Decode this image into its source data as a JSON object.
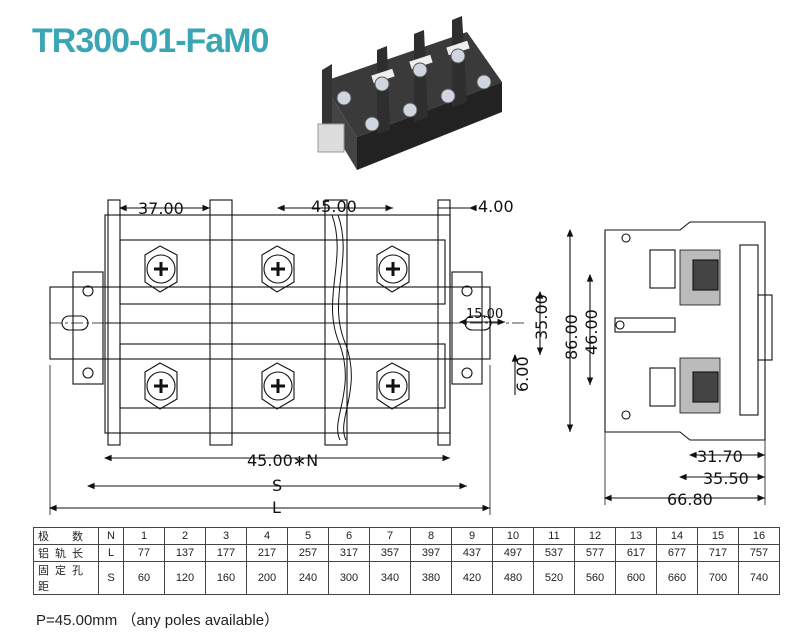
{
  "title": "TR300-01-FaM0",
  "dimensions": {
    "front": {
      "top_left": "37.00",
      "top_mid": "45.00",
      "top_right": "4.00",
      "inner_width": "15.00",
      "right_h1": "35.00",
      "right_h2": "6.00",
      "pitch_label": "45.00∗N",
      "s_label": "S",
      "l_label": "L"
    },
    "side": {
      "h_total": "86.00",
      "h_inner": "46.00",
      "w1": "31.70",
      "w2": "35.50",
      "w3": "66.80"
    }
  },
  "table": {
    "rows": [
      {
        "label": "极　数",
        "sym": "N",
        "values": [
          "1",
          "2",
          "3",
          "4",
          "5",
          "6",
          "7",
          "8",
          "9",
          "10",
          "11",
          "12",
          "13",
          "14",
          "15",
          "16"
        ]
      },
      {
        "label": "铝轨长",
        "sym": "L",
        "values": [
          "77",
          "137",
          "177",
          "217",
          "257",
          "317",
          "357",
          "397",
          "437",
          "497",
          "537",
          "577",
          "617",
          "677",
          "717",
          "757"
        ]
      },
      {
        "label": "固定孔距",
        "sym": "S",
        "values": [
          "60",
          "120",
          "160",
          "200",
          "240",
          "300",
          "340",
          "380",
          "420",
          "480",
          "520",
          "560",
          "600",
          "660",
          "700",
          "740"
        ]
      }
    ]
  },
  "note": "P=45.00mm （any poles available）",
  "colors": {
    "title": "#3aa6b4",
    "line": "#111111",
    "product_dark": "#2b2b2b",
    "product_light": "#e6e6e6"
  }
}
